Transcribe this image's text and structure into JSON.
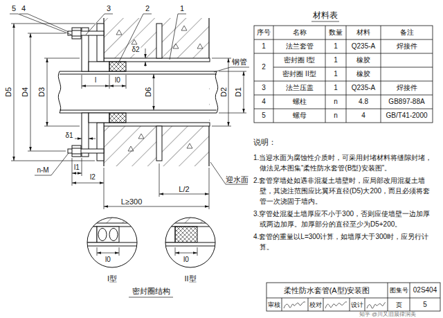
{
  "diagram": {
    "title": "柔性防水套管(A型)安装图",
    "labels": [
      "5",
      "4",
      "3",
      "2",
      "1",
      "钢管",
      "D5",
      "D4",
      "D3",
      "δ1",
      "δ2",
      "l",
      "l0",
      "D6",
      "D2",
      "D1",
      "n-M",
      "l1",
      "l2",
      "L/2",
      "L≥300",
      "迎水面",
      "材料表",
      "序号",
      "名称",
      "数量",
      "材料",
      "备注",
      "1",
      "法兰套管",
      "1",
      "Q235-A",
      "焊接件",
      "2",
      "密封圈 I型",
      "1",
      "橡胶",
      "密封圈 II型",
      "1",
      "橡胶",
      "3",
      "法兰压盖",
      "1",
      "Q235-A",
      "焊接件",
      "4",
      "螺柱",
      "n",
      "4.8",
      "GB897-88A",
      "5",
      "螺母",
      "n",
      "4",
      "GB/T41-2000",
      "说明：",
      "1.当迎水面为腐蚀性介质时，可采用封堵材料将缝隙封堵，做法见本图集“柔性防水套管(B型)安装图”。",
      "2.套管穿墙处如遇非混凝土墙壁时，应局部改用混凝土墙壁，其浇注范围应比翼环直径(D5)大200，而且必须将套管一次浇固于墙内。",
      "3.穿管处混凝土墙厚应不小于300，否则应使墙壁一边加厚或两边加厚。加厚部分的直径至少为D5+200。",
      "4.套管的重量以L=300计算，如墙厚大于300时，应另行计算。",
      "l0",
      "l0",
      "I型",
      "II型",
      "密封圈结构",
      "图集号",
      "02S404",
      "审核",
      "校对",
      "设计",
      "页",
      "5",
      "知乎 @川又旧晨律润美"
    ]
  }
}
